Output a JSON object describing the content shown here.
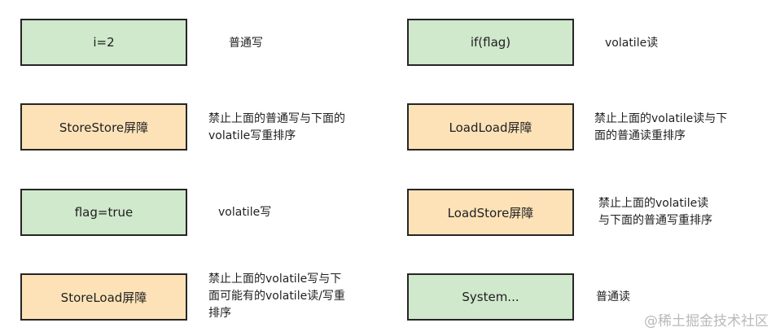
{
  "colors": {
    "green": "#d0e8cc",
    "orange": "#fde2b8"
  },
  "left_column": [
    {
      "label": "i=2",
      "color": "green",
      "note": [
        "普通写"
      ]
    },
    {
      "label": "StoreStore屏障",
      "color": "orange",
      "note": [
        "禁止上面的普通写与下面的",
        "volatile写重排序"
      ]
    },
    {
      "label": "flag=true",
      "color": "green",
      "note": [
        "volatile写"
      ]
    },
    {
      "label": "StoreLoad屏障",
      "color": "orange",
      "note": [
        "禁止上面的volatile写与下",
        "面可能有的volatile读/写重",
        "排序"
      ]
    }
  ],
  "right_column": [
    {
      "label": "if(flag)",
      "color": "green",
      "note": [
        "volatile读"
      ]
    },
    {
      "label": "LoadLoad屏障",
      "color": "orange",
      "note": [
        "禁止上面的volatile读与下",
        "面的普通读重排序"
      ]
    },
    {
      "label": "LoadStore屏障",
      "color": "orange",
      "note": [
        "禁止上面的volatile读",
        "与下面的普通写重排序"
      ]
    },
    {
      "label": "System...",
      "color": "green",
      "note": [
        "普通读"
      ]
    }
  ],
  "watermark": "@稀土掘金技术社区"
}
